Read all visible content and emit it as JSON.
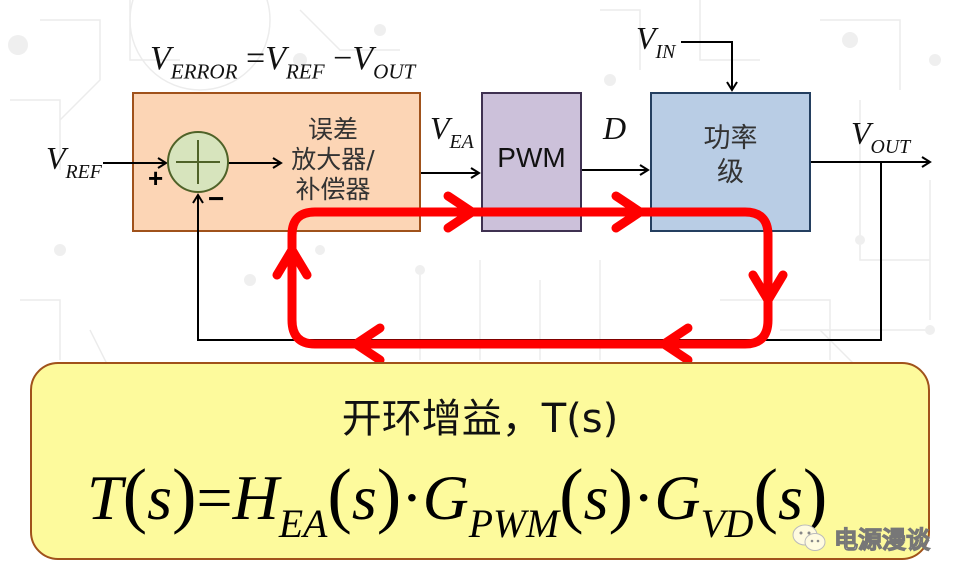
{
  "title_equation": {
    "lhs": "V",
    "lhs_sub": "ERROR",
    "eq": "=",
    "ref": "V",
    "ref_sub": "REF",
    "minus": "−",
    "out": "V",
    "out_sub": "OUT"
  },
  "signals": {
    "vref": {
      "main": "V",
      "sub": "REF"
    },
    "vea": {
      "main": "V",
      "sub": "EA"
    },
    "d": {
      "main": "D"
    },
    "vin": {
      "main": "V",
      "sub": "IN"
    },
    "vout": {
      "main": "V",
      "sub": "OUT"
    },
    "plus": "+",
    "minus": "−"
  },
  "blocks": {
    "error_amp": {
      "line1": "误差",
      "line2": "放大器/",
      "line3": "补偿器",
      "fill": "#fcd5b5",
      "border": "#a0521b"
    },
    "pwm": {
      "label": "PWM",
      "fill": "#ccc1da",
      "border": "#3f3151"
    },
    "power_stage": {
      "line1": "功率",
      "line2": "级",
      "fill": "#b9cde5",
      "border": "#243f60"
    },
    "summer": {
      "fill": "#d7e4bd",
      "border": "#4f6228"
    }
  },
  "loop": {
    "color": "#ff0000",
    "description": "open-loop path"
  },
  "gain_box": {
    "heading": "开环增益，T(s)",
    "formula": {
      "T": "T",
      "s": "s",
      "eq": "=",
      "H": "H",
      "H_sub": "EA",
      "dot": "·",
      "G1": "G",
      "G1_sub": "PWM",
      "G2": "G",
      "G2_sub": "VD"
    },
    "fill": "#fdfa9c",
    "border": "#a0521b"
  },
  "watermark": {
    "text": "电源漫谈",
    "icon": "wechat-icon"
  }
}
